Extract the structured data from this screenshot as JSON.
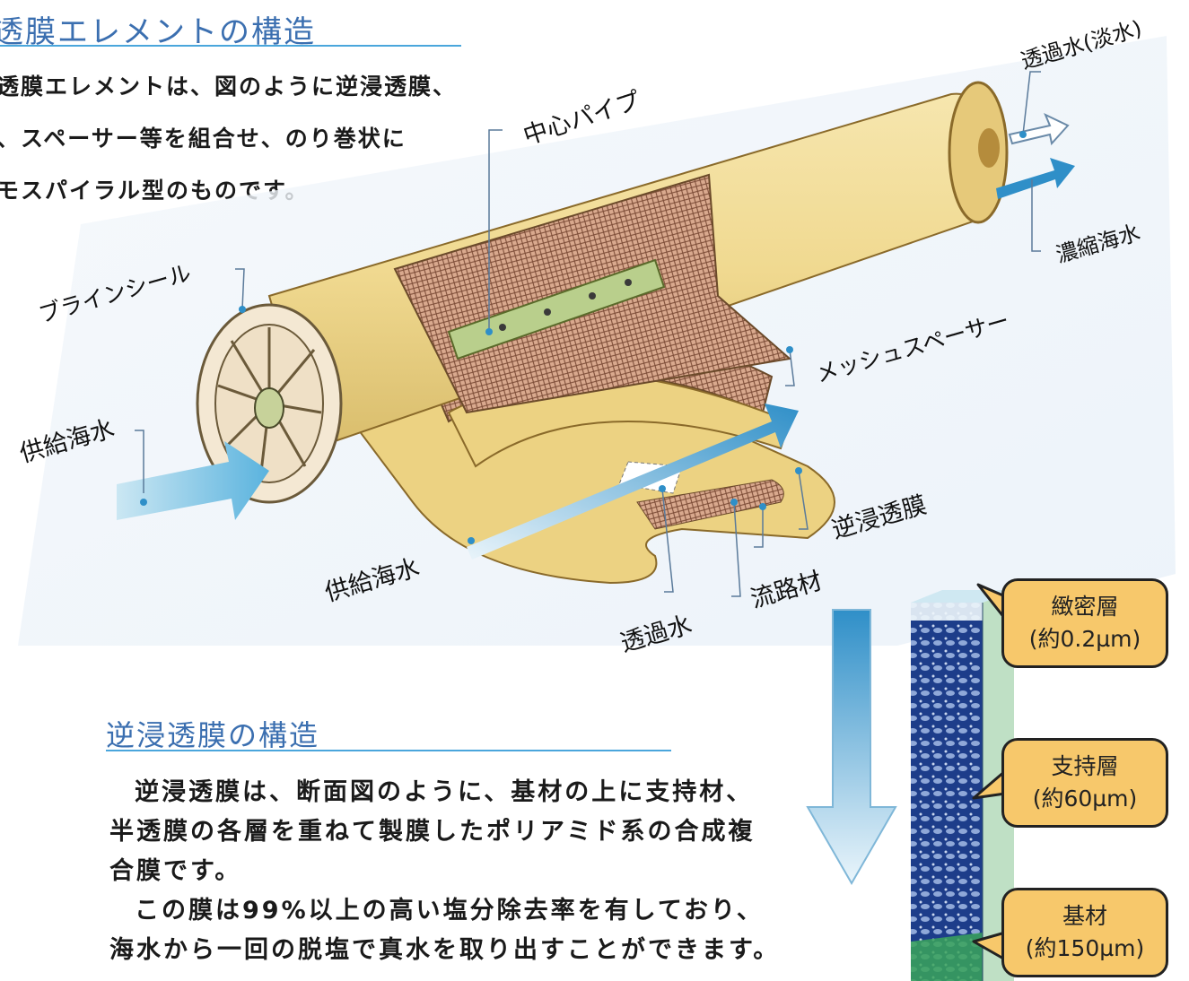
{
  "element_section": {
    "title": "透膜エレメントの構造",
    "intro_lines": [
      "透膜エレメントは、図のように逆浸透膜、",
      "、スペーサー等を組合せ、のり巻状に",
      "モスパイラル型のものです。"
    ]
  },
  "diagram_labels": {
    "center_pipe": "中心パイプ",
    "permeate_fresh": "透過水(淡水)",
    "concentrate": "濃縮海水",
    "brine_seal": "ブラインシール",
    "mesh_spacer": "メッシュスペーサー",
    "feed_water_left": "供給海水",
    "feed_water_center": "供給海水",
    "ro_membrane": "逆浸透膜",
    "channel_material": "流路材",
    "permeate": "透過水"
  },
  "membrane_section": {
    "title": "逆浸透膜の構造",
    "paragraph_lines": [
      "逆浸透膜は、断面図のように、基材の上に支持材、",
      "半透膜の各層を重ねて製膜したポリアミド系の合成複",
      "合膜です。",
      "この膜は99%以上の高い塩分除去率を有しており、",
      "海水から一回の脱塩で真水を取り出すことができます。"
    ]
  },
  "layers": [
    {
      "name": "緻密層",
      "thickness": "(約0.2µm)"
    },
    {
      "name": "支持層",
      "thickness": "(約60µm)"
    },
    {
      "name": "基材",
      "thickness": "(約150µm)"
    }
  ],
  "colors": {
    "title_blue": "#3b6fb0",
    "cylinder_yellow": "#f2dc96",
    "arrow_blue": "#2f8fc8",
    "callout_fill": "#f7c86b",
    "layer_green": "#bfe0c5",
    "layer_blue": "#1d3d8a"
  }
}
